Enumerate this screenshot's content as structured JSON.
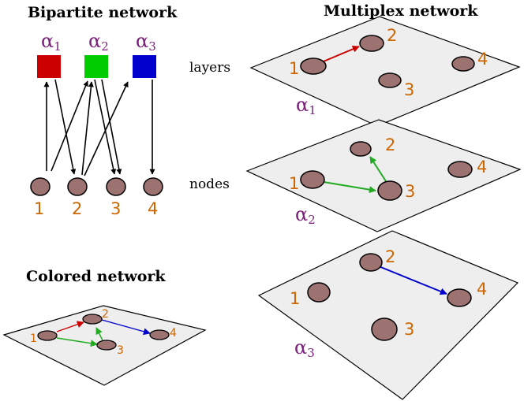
{
  "titles": {
    "bipartite": "Bipartite network",
    "multiplex": "Multiplex network",
    "colored": "Colored network"
  },
  "labels": {
    "layers": "layers",
    "nodes": "nodes"
  },
  "layers": [
    {
      "alpha": "α",
      "sub": "1",
      "color": "#cc0000"
    },
    {
      "alpha": "α",
      "sub": "2",
      "color": "#00cc00"
    },
    {
      "alpha": "α",
      "sub": "3",
      "color": "#0000cc"
    }
  ],
  "nodes": [
    "1",
    "2",
    "3",
    "4"
  ],
  "colors": {
    "node_fill": "#9c7371",
    "number": "#cc6600",
    "alpha": "#7a1f7a",
    "plane": "#eeeeee",
    "red_edge": "#cc0000",
    "green_edge": "#22aa22",
    "blue_edge": "#0000cc"
  }
}
